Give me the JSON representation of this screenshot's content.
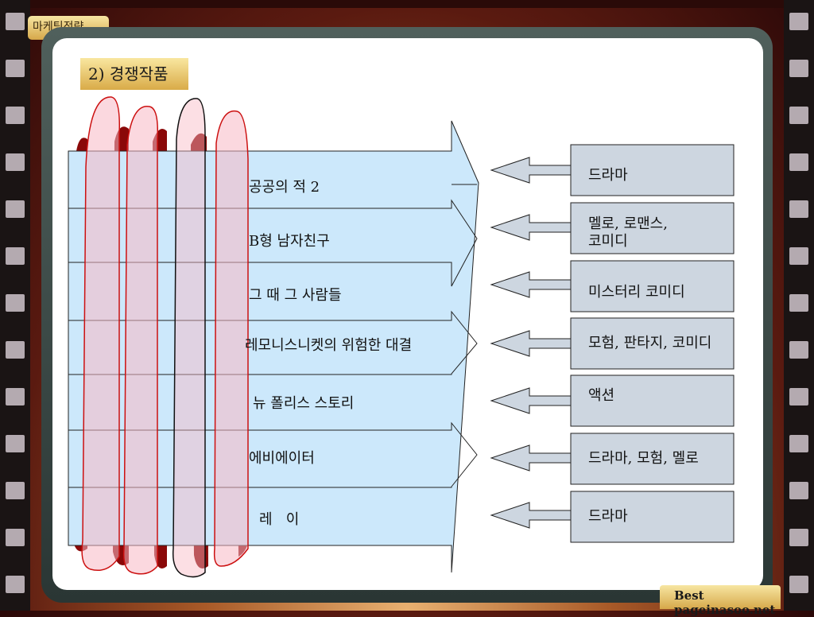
{
  "header": {
    "tab_label": "마케팅전략"
  },
  "section": {
    "title": "2) 경쟁작품"
  },
  "rows": [
    {
      "title": "공공의 적 2",
      "genre": "드라마"
    },
    {
      "title": "B형 남자친구",
      "genre": "멜로, 로맨스,\n코미디"
    },
    {
      "title": "그 때 그 사람들",
      "genre": "미스터리 코미디"
    },
    {
      "title": "레모니스니켓의 위험한 대결",
      "genre": "모험, 판타지, 코미디"
    },
    {
      "title": "뉴 폴리스 스토리",
      "genre": "액션"
    },
    {
      "title": "에비에이터",
      "genre": "드라마, 모험, 멜로"
    },
    {
      "title": "레   이",
      "genre": "드라마"
    }
  ],
  "footer": {
    "text": "Best pageinasoo.net"
  },
  "colors": {
    "row_fill": "#cce8fb",
    "genre_fill": "#cdd6e0",
    "accent_red": "#c81010"
  }
}
